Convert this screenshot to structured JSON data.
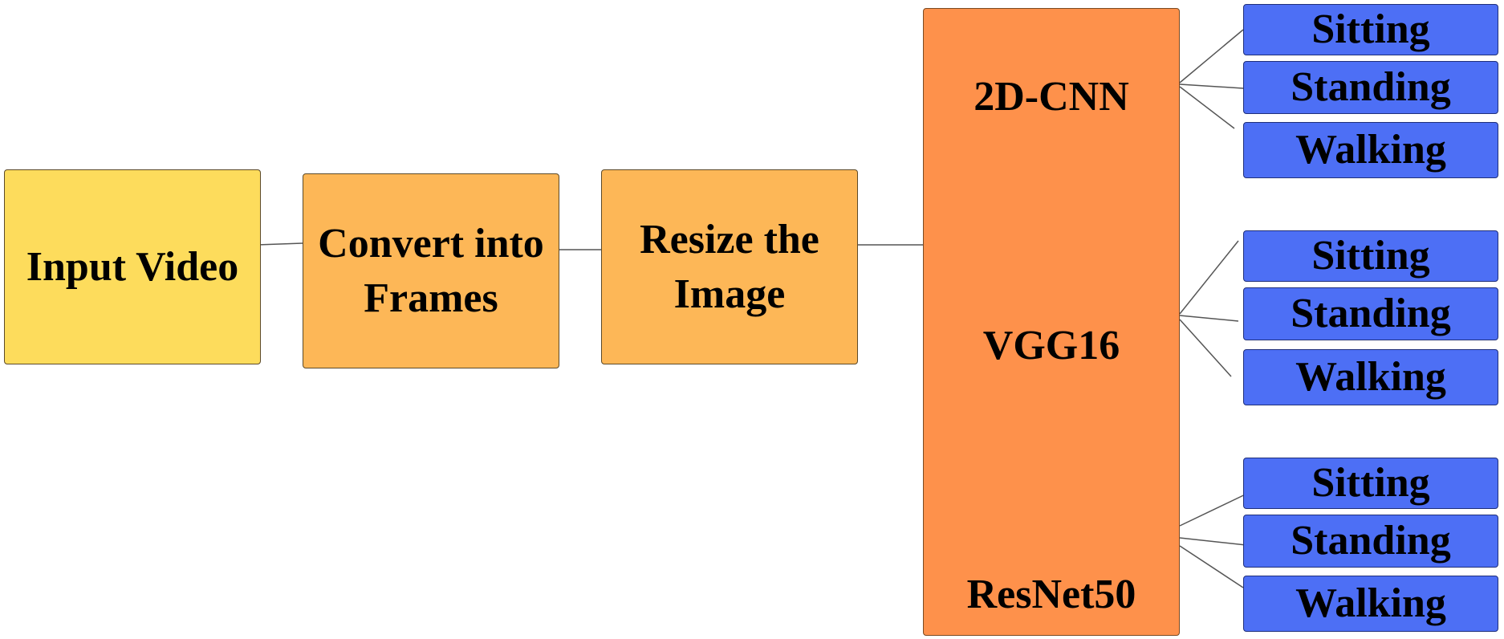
{
  "steps": {
    "input": "Input Video",
    "convert": "Convert into\nFrames",
    "resize": "Resize the\nImage"
  },
  "models": [
    "2D-CNN",
    "VGG16",
    "ResNet50"
  ],
  "classes": {
    "cnn": [
      "Sitting",
      "Standing",
      "Walking"
    ],
    "vgg": [
      "Sitting",
      "Standing",
      "Walking"
    ],
    "resnet": [
      "Sitting",
      "Standing",
      "Walking"
    ]
  },
  "colors": {
    "input_box": "#fddc5c",
    "process_box": "#fdb757",
    "model_panel": "#fe914b",
    "class_box": "#4d6ff5",
    "connector": "#555555"
  }
}
